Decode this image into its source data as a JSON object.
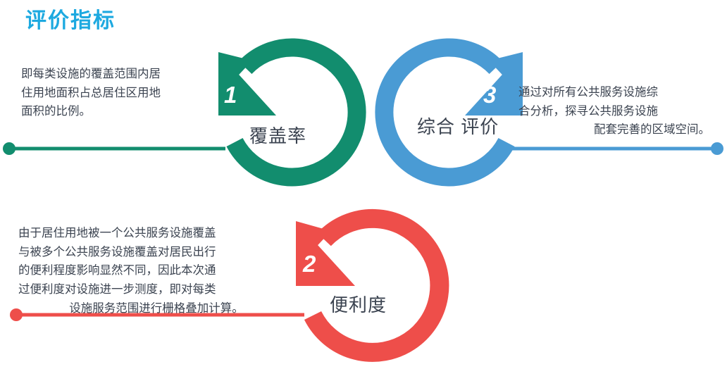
{
  "title": "评价指标",
  "colors": {
    "title": "#1da9e0",
    "green": "#128d6e",
    "blue": "#4a9bd4",
    "red": "#ee4e4a",
    "text": "#3b4350"
  },
  "steps": [
    {
      "number": "1",
      "label": "覆盖率",
      "color_name": "green",
      "description_lines": [
        "即每类设施的覆盖范围内居",
        "住用地面积占总居住区用地",
        "面积的比例。"
      ]
    },
    {
      "number": "2",
      "label": "便利度",
      "color_name": "red",
      "description_lines": [
        "由于居住用地被一个公共服务设施覆盖",
        "与被多个公共服务设施覆盖对居民出行",
        "的便利程度影响显然不同，因此本次通",
        "过便利度对设施进一步测度，即对每类",
        "设施服务范围进行栅格叠加计算。"
      ]
    },
    {
      "number": "3",
      "label_lines": [
        "综合",
        "评价"
      ],
      "label": "综合评价",
      "color_name": "blue",
      "description_lines": [
        "通过对所有公共服务设施综",
        "合分析，探寻公共服务设施",
        "配套完善的区域空间。"
      ]
    }
  ],
  "connectors": {
    "top_line_left_dot": "green-endpoint-dot",
    "top_line_right_dot": "blue-endpoint-dot",
    "bottom_line_left_dot": "red-endpoint-dot"
  }
}
